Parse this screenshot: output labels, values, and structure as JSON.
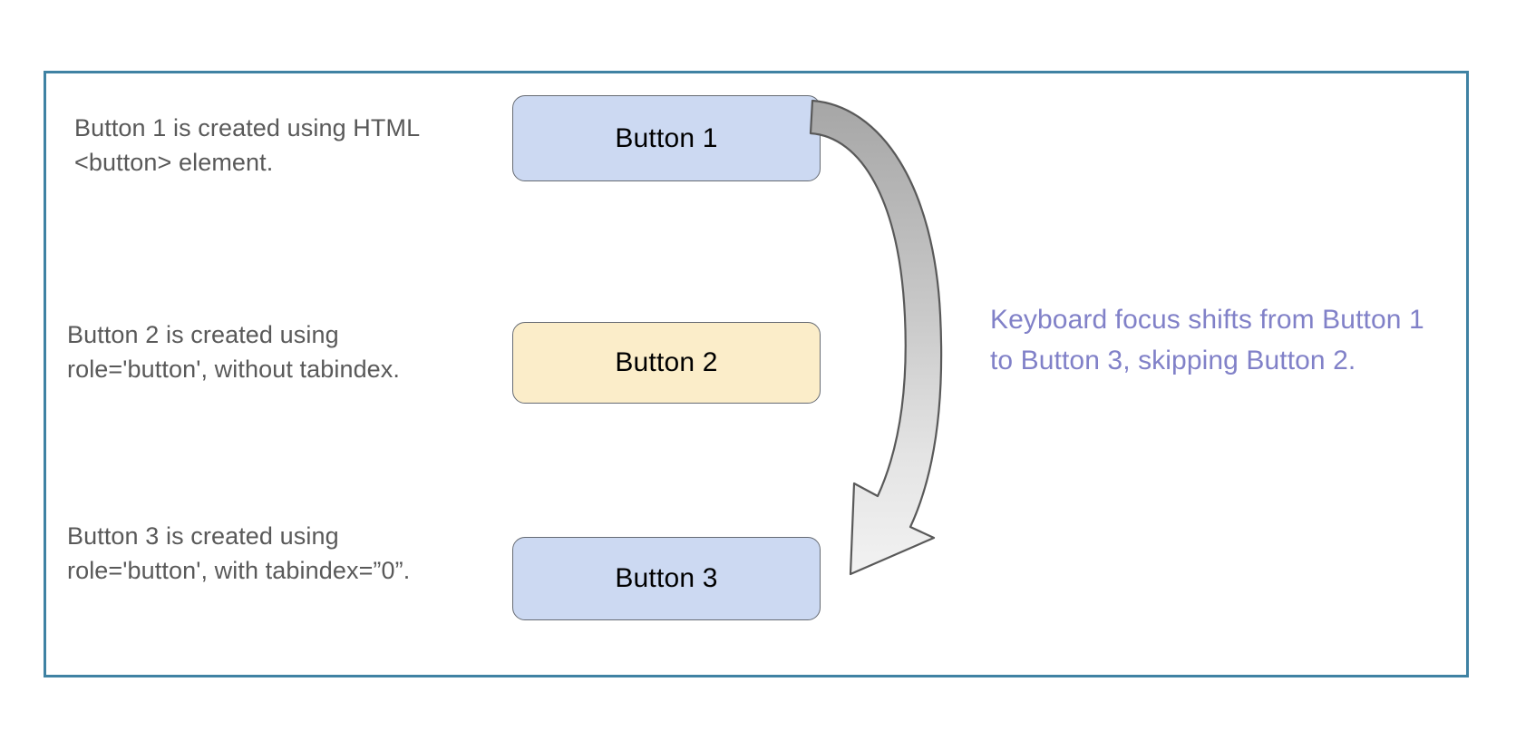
{
  "diagram": {
    "frame": {
      "border_color": "#3f82a3"
    },
    "labels": [
      {
        "id": "button-1-description",
        "text": "Button 1 is created using HTML\n<button> element."
      },
      {
        "id": "button-2-description",
        "text": "Button 2 is created using\nrole='button', without tabindex."
      },
      {
        "id": "button-3-description",
        "text": "Button 3 is created using\nrole='button', with tabindex=”0”."
      }
    ],
    "buttons": [
      {
        "id": "button-1",
        "label": "Button 1",
        "fill": "#ccd9f2",
        "stroke": "#666b73"
      },
      {
        "id": "button-2",
        "label": "Button 2",
        "fill": "#fbedc9",
        "stroke": "#666b73"
      },
      {
        "id": "button-3",
        "label": "Button 3",
        "fill": "#ccd9f2",
        "stroke": "#666b73"
      }
    ],
    "arrow": {
      "name": "focus-flow-arrow",
      "from": "Button 1",
      "to": "Button 3",
      "fill_start": "#a8a8a8",
      "fill_end": "#f0f0f0",
      "stroke": "#595959"
    },
    "annotation": {
      "text": "Keyboard focus shifts from Button 1 to Button 3, skipping Button 2.",
      "color": "#8181c8"
    }
  }
}
